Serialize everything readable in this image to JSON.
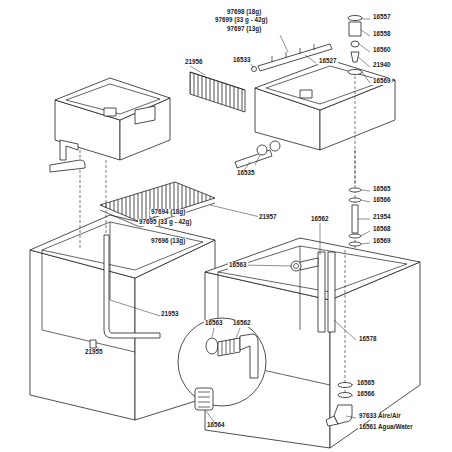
{
  "diagram": {
    "labels": [
      "97698 (18g)",
      "97699 (33 g - 42g)",
      "97697 (13g)",
      "16533",
      "16527",
      "16557",
      "16558",
      "16560",
      "21940",
      "16569",
      "21956",
      "16535",
      "16565",
      "16566",
      "21957",
      "21954",
      "16568",
      "16569",
      "16562",
      "97694 (18g)",
      "97695 (33 g - 42g)",
      "97696 (13g)",
      "16563",
      "16578",
      "21953",
      "21955",
      "16563",
      "16562",
      "16564",
      "16565",
      "16566",
      "97633 Aire/Air",
      "16561 Agua/Water"
    ]
  }
}
